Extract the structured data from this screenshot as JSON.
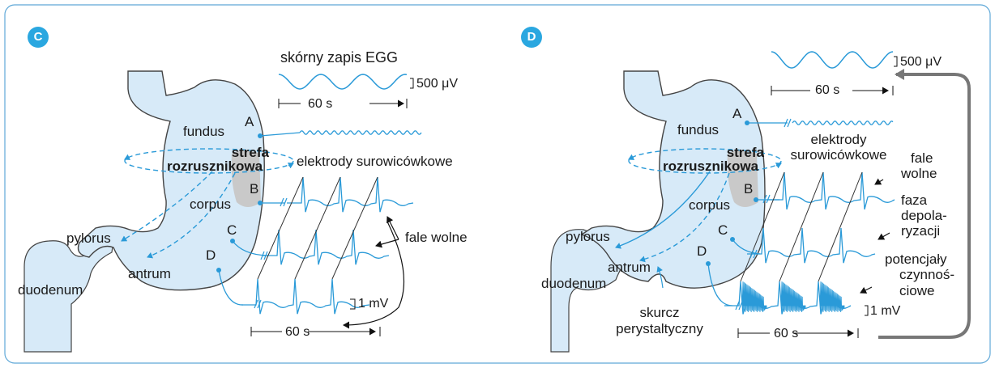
{
  "colors": {
    "frame": "#5fa8d8",
    "stomach_fill": "#d7eaf8",
    "stomach_outline": "#444444",
    "pacemaker": "#c9c9c9",
    "trace": "#2a9ad8",
    "badge": "#2aa7e0",
    "grey_arrow": "#777777"
  },
  "panel_c": {
    "badge": "C",
    "egg_title": "skórny zapis EGG",
    "egg_scale": "500 μV",
    "egg_time": "60 s",
    "fundus": "fundus",
    "pacemaker_line1": "strefa",
    "pacemaker_line2": "rozrusznikowa",
    "corpus": "corpus",
    "pylorus": "pylorus",
    "antrum": "antrum",
    "duodenum": "duodenum",
    "electrodes": "elektrody surowicówkowe",
    "slow_waves": "fale wolne",
    "mv_scale": "1 mV",
    "time": "60 s",
    "points": [
      "A",
      "B",
      "C",
      "D"
    ]
  },
  "panel_d": {
    "badge": "D",
    "egg_scale": "500 μV",
    "egg_time": "60 s",
    "fundus": "fundus",
    "pacemaker_line1": "strefa",
    "pacemaker_line2": "rozrusznikowa",
    "corpus": "corpus",
    "pylorus": "pylorus",
    "antrum": "antrum",
    "duodenum": "duodenum",
    "electrodes_line1": "elektrody",
    "electrodes_line2": "surowicówkowe",
    "slow_waves_line1": "fale",
    "slow_waves_line2": "wolne",
    "depol_line1": "faza",
    "depol_line2": "depola-",
    "depol_line3": "ryzacji",
    "ap_line1": "potencjały",
    "ap_line2": "czynnoś-",
    "ap_line3": "ciowe",
    "peristaltic_line1": "skurcz",
    "peristaltic_line2": "perystaltyczny",
    "mv_scale": "1 mV",
    "time": "60 s",
    "points": [
      "A",
      "B",
      "C",
      "D"
    ]
  }
}
